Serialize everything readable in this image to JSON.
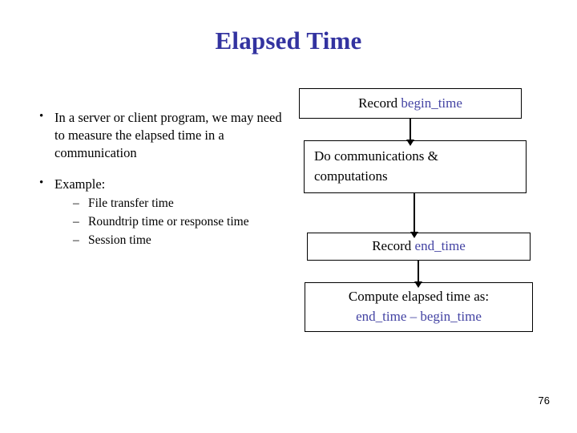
{
  "slide": {
    "title": "Elapsed Time",
    "page_number": "76",
    "title_color": "#3333a0",
    "keyword_color": "#4343a3",
    "text_color": "#000000",
    "background_color": "#ffffff"
  },
  "bullets": [
    {
      "marker": "•",
      "text": "In a server or client program, we may need to measure the elapsed time in a communication",
      "sub_items": []
    },
    {
      "marker": "•",
      "text": "Example:",
      "sub_items": [
        {
          "marker": "–",
          "text": "File transfer time"
        },
        {
          "marker": "–",
          "text": "Roundtrip time or response time"
        },
        {
          "marker": "–",
          "text": "Session time"
        }
      ]
    }
  ],
  "flowchart": {
    "boxes": [
      {
        "id": "box-begin",
        "align": "center",
        "lines": [
          [
            {
              "text": "Record ",
              "style": "plain"
            },
            {
              "text": "begin_time",
              "style": "keyword"
            }
          ]
        ],
        "line1_plain": "Record ",
        "line1_keyword": "begin_time"
      },
      {
        "id": "box-do",
        "align": "left",
        "line1_plain": "Do communications &",
        "line2_plain": "computations"
      },
      {
        "id": "box-end",
        "align": "center",
        "line1_plain": "Record ",
        "line1_keyword": "end_time"
      },
      {
        "id": "box-comp",
        "align": "center",
        "line1_plain": "Compute elapsed time as:",
        "line2_keyword": "end_time – begin_time"
      }
    ],
    "connectors": [
      {
        "id": "arrow-1",
        "from": "box-begin",
        "to": "box-do"
      },
      {
        "id": "arrow-2",
        "from": "box-do",
        "to": "box-end"
      },
      {
        "id": "arrow-3",
        "from": "box-end",
        "to": "box-comp"
      }
    ]
  }
}
